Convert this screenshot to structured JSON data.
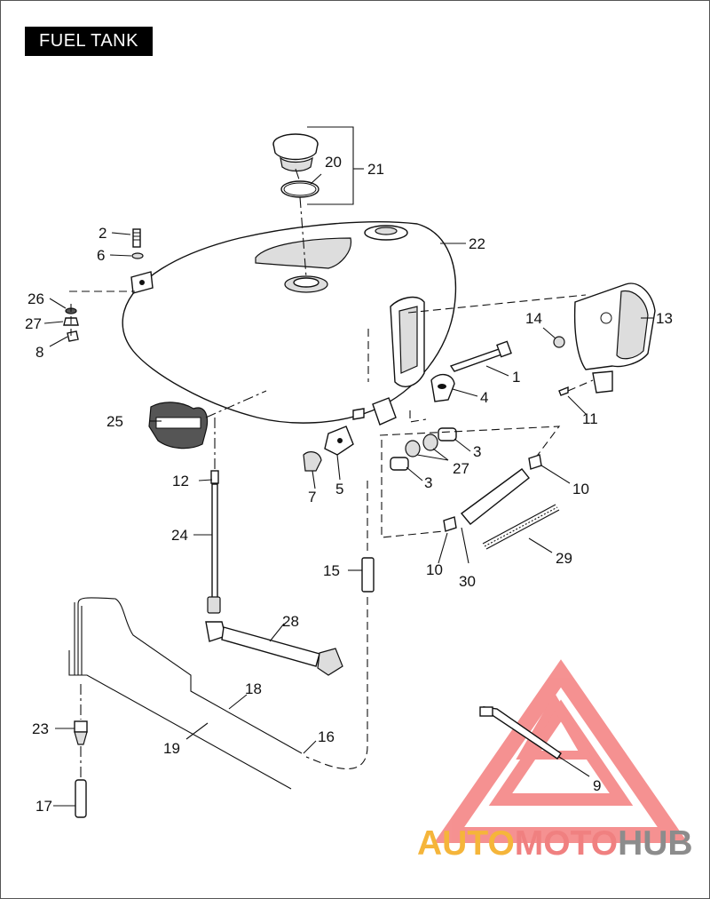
{
  "title": "FUEL TANK",
  "callouts": [
    "1",
    "2",
    "3",
    "3",
    "4",
    "5",
    "6",
    "7",
    "8",
    "9",
    "10",
    "10",
    "11",
    "12",
    "13",
    "14",
    "15",
    "16",
    "17",
    "18",
    "19",
    "20",
    "21",
    "22",
    "23",
    "24",
    "25",
    "26",
    "27",
    "27",
    "28",
    "29",
    "30"
  ],
  "watermark": {
    "part1": "AUTO",
    "part2": "MOTO",
    "part3": "HUB",
    "colors": {
      "auto": "#f5b53a",
      "moto": "#f08080",
      "hub": "#8c8c8c",
      "triangle": "#f26d6d"
    }
  }
}
